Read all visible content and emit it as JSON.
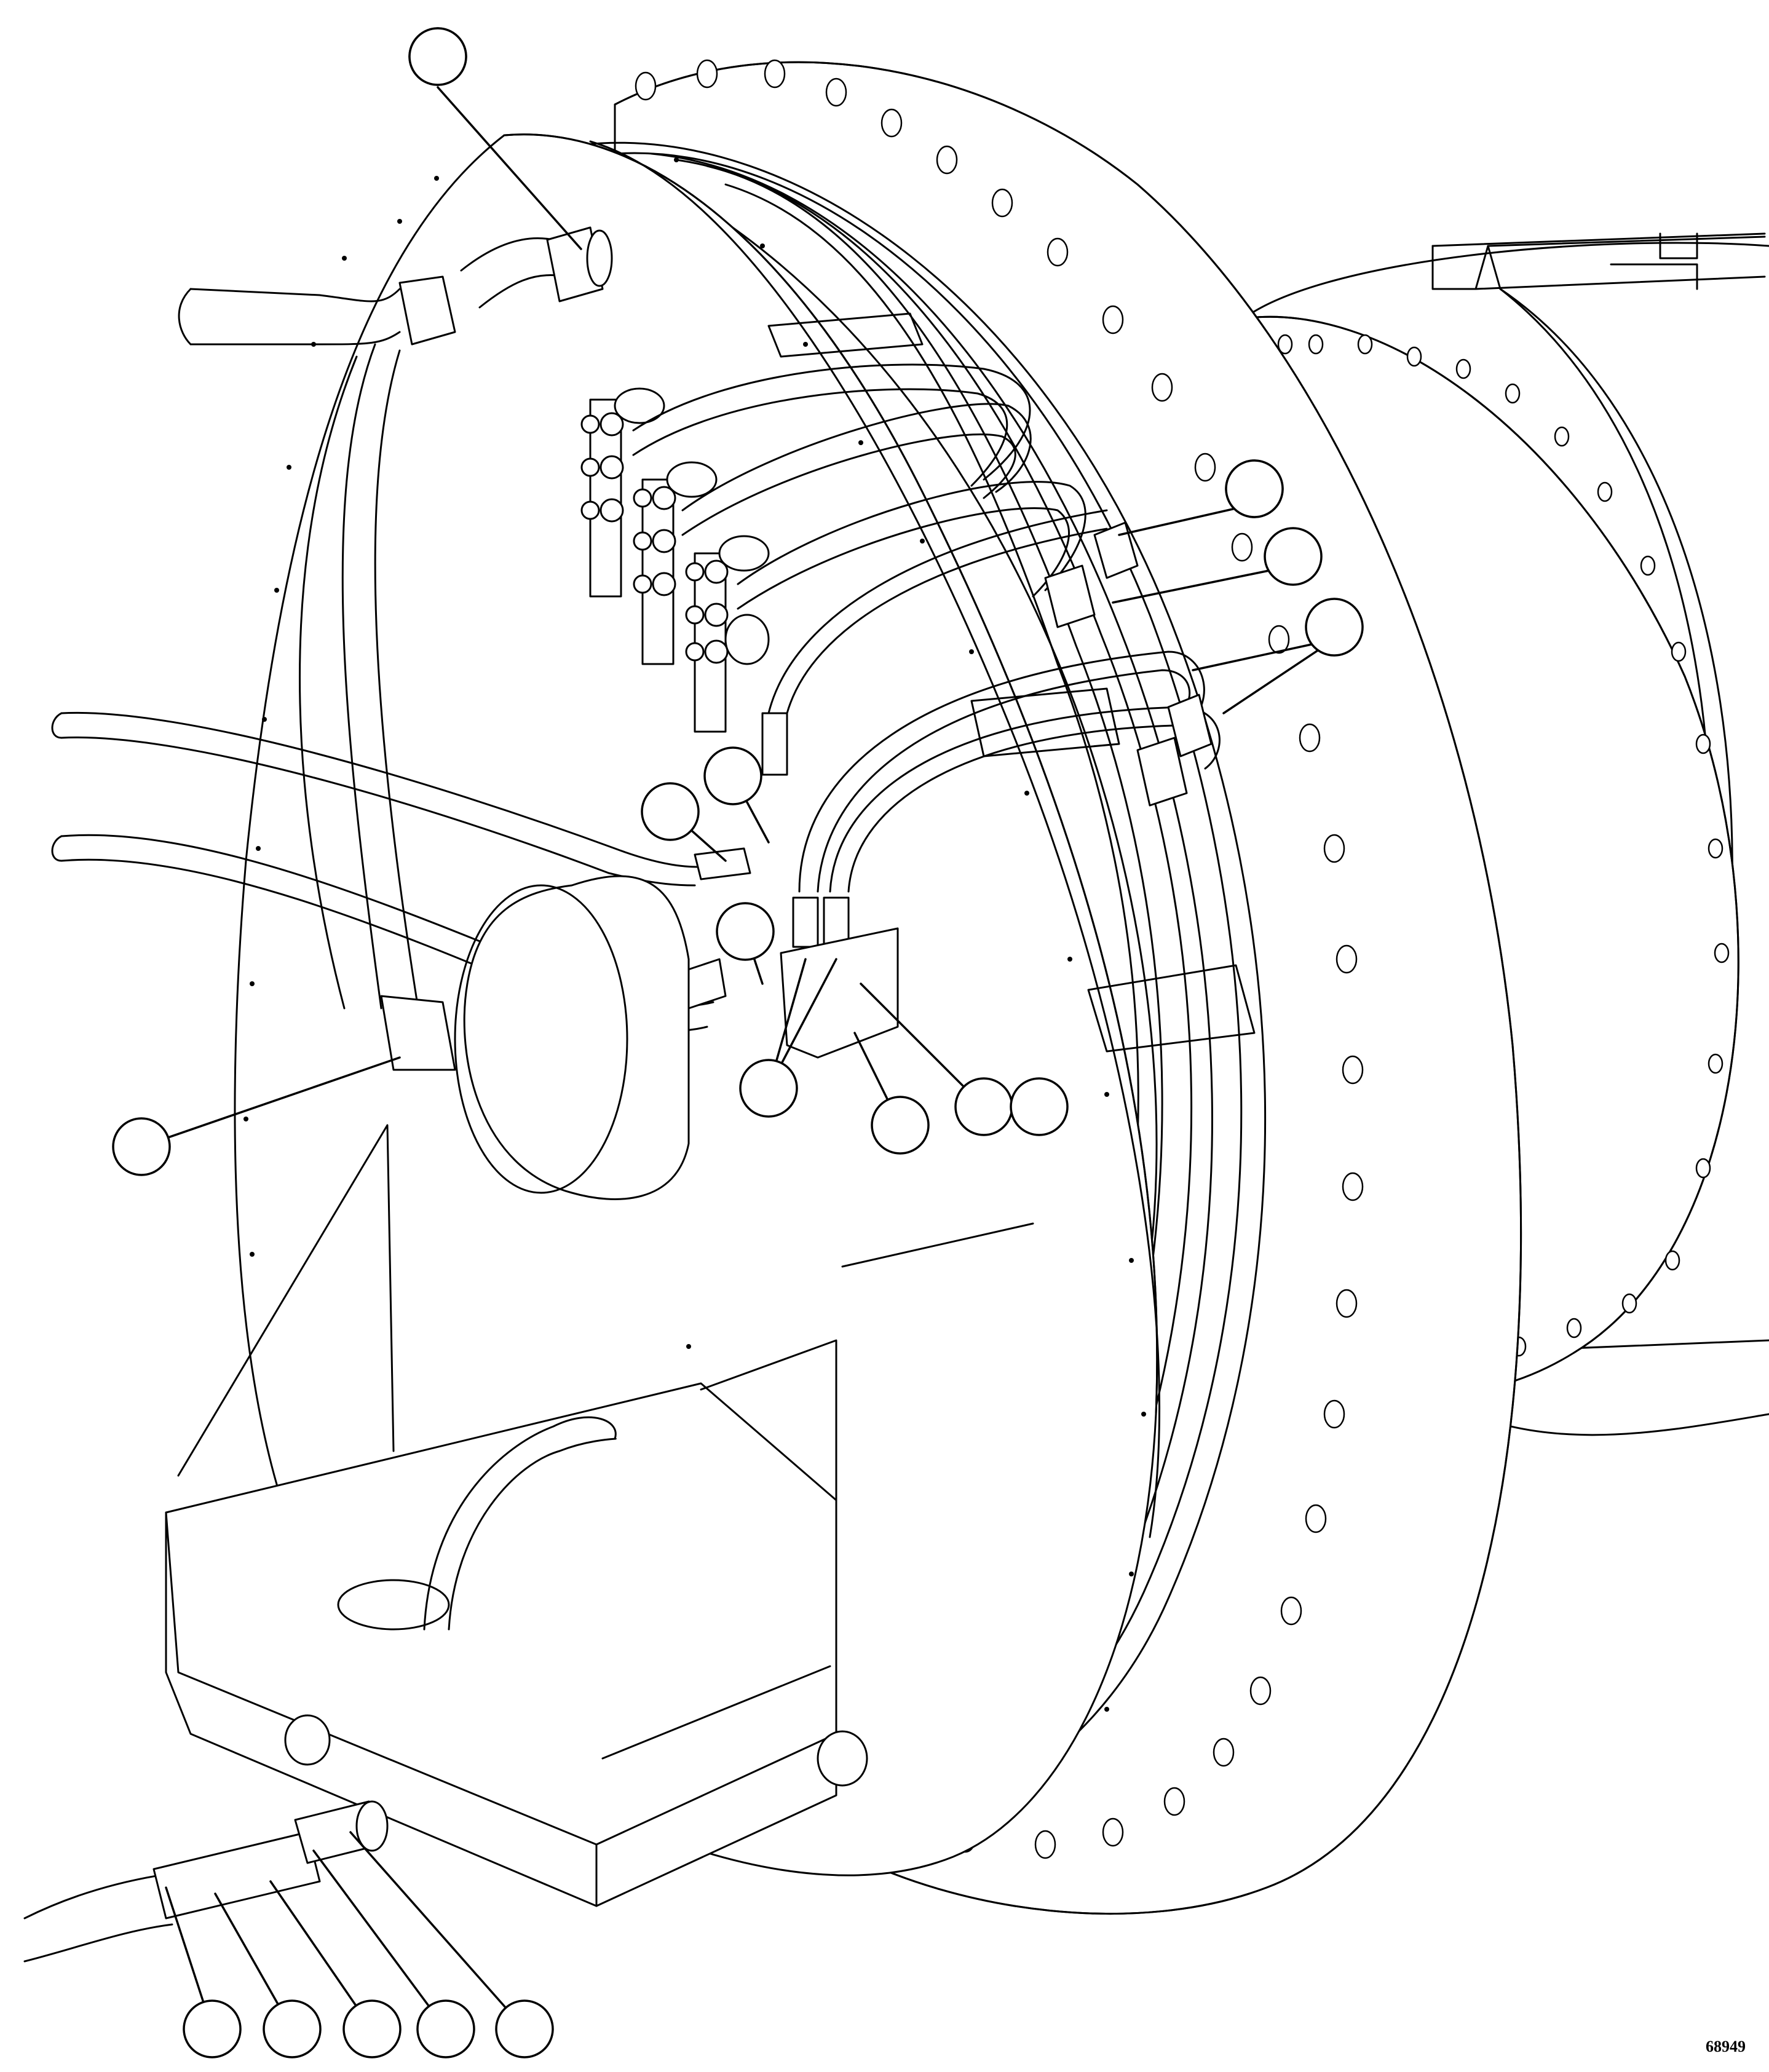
{
  "figure": {
    "number": "68949",
    "callouts": [
      {
        "id": "c01"
      },
      {
        "id": "c02"
      },
      {
        "id": "c03"
      },
      {
        "id": "c04"
      },
      {
        "id": "c05"
      },
      {
        "id": "c06"
      },
      {
        "id": "c07"
      },
      {
        "id": "c08"
      },
      {
        "id": "c09"
      },
      {
        "id": "c10"
      },
      {
        "id": "c11"
      },
      {
        "id": "c12"
      },
      {
        "id": "c13"
      },
      {
        "id": "c14"
      },
      {
        "id": "c15"
      },
      {
        "id": "c16"
      },
      {
        "id": "c17"
      },
      {
        "id": "c18"
      },
      {
        "id": "c19"
      }
    ]
  },
  "colors": {
    "line": "#000000",
    "background": "#ffffff"
  }
}
